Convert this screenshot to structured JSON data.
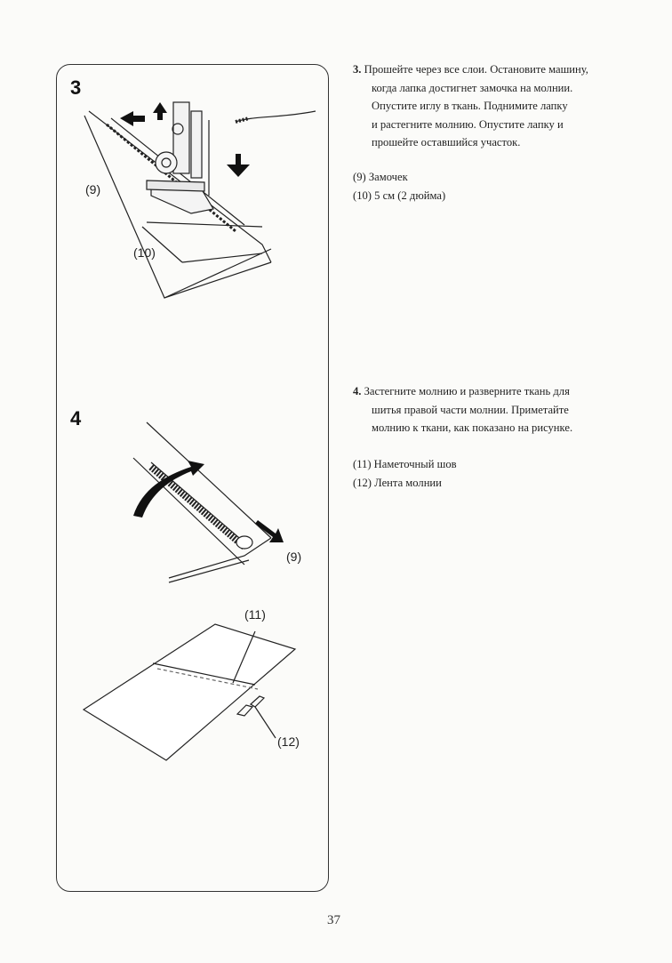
{
  "figures": {
    "step3_number": "3",
    "step4_number": "4",
    "label_9_top": "(9)",
    "label_10": "(10)",
    "label_9_mid": "(9)",
    "label_11": "(11)",
    "label_12": "(12)"
  },
  "step3": {
    "number": "3.",
    "lines": [
      "Прошейте через все слои. Остановите машину,",
      "когда лапка достигнет замочка на молнии.",
      "Опустите иглу в ткань. Поднимите лапку",
      "и растегните молнию. Опустите лапку и",
      "прошейте оставшийся участок."
    ],
    "legend": [
      "(9)  Замочек",
      "(10) 5 см (2 дюйма)"
    ]
  },
  "step4": {
    "number": "4.",
    "lines": [
      "Застегните молнию и разверните ткань для",
      "шитья правой части молнии. Приметайте",
      "молнию к ткани, как показано на рисунке."
    ],
    "legend": [
      "(11) Наметочный шов",
      "(12) Лента молнии"
    ]
  },
  "page_number": "37"
}
